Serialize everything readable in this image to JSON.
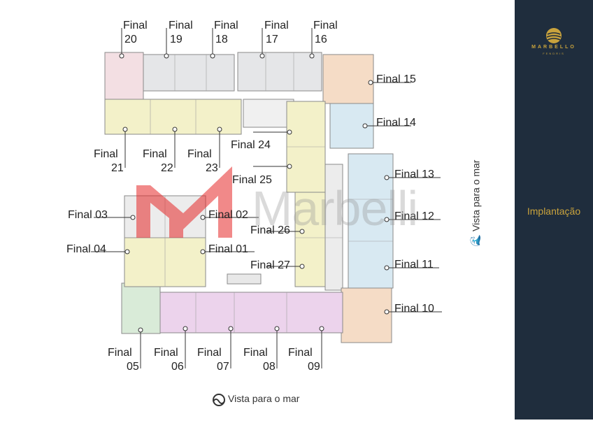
{
  "finals": [
    {
      "label": "Final 20"
    },
    {
      "label": "Final 19"
    },
    {
      "label": "Final 18"
    },
    {
      "label": "Final 17"
    },
    {
      "label": "Final 16"
    },
    {
      "label": "Final 15"
    },
    {
      "label": "Final 14"
    },
    {
      "label": "Final 13"
    },
    {
      "label": "Final 12"
    },
    {
      "label": "Final 11"
    },
    {
      "label": "Final 10"
    },
    {
      "label": "Final 21"
    },
    {
      "label": "Final 22"
    },
    {
      "label": "Final 23"
    },
    {
      "label": "Final 24"
    },
    {
      "label": "Final 25"
    },
    {
      "label": "Final 26"
    },
    {
      "label": "Final 27"
    },
    {
      "label": "Final 03"
    },
    {
      "label": "Final 02"
    },
    {
      "label": "Final 04"
    },
    {
      "label": "Final 01"
    },
    {
      "label": "Final 05"
    },
    {
      "label": "Final 06"
    },
    {
      "label": "Final 07"
    },
    {
      "label": "Final 08"
    },
    {
      "label": "Final 09"
    }
  ],
  "sea_label": "Vista para o mar",
  "watermark": "Marbelli",
  "sidebar": {
    "brand": "MARBELLO",
    "brand_sub": "FENDRIS",
    "title": "Implantação"
  },
  "colors": {
    "sidebar_bg": "#1f2d3d",
    "gold": "#c9a33d"
  }
}
